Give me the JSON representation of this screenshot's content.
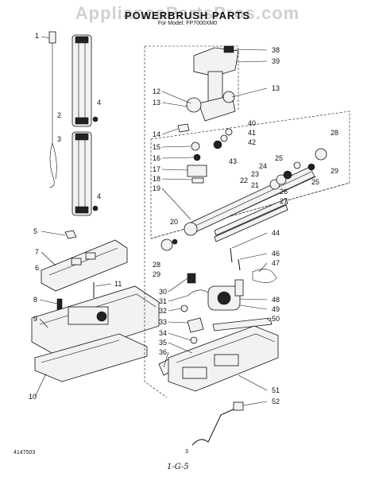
{
  "header": {
    "watermark": "AppliancePartsPros.com",
    "title": "POWERBRUSH PARTS",
    "subtitle": "For Model: FP7000XM0"
  },
  "callouts": {
    "left": [
      "1",
      "2",
      "3",
      "4",
      "4",
      "5",
      "7",
      "6",
      "8",
      "9",
      "10",
      "11"
    ],
    "center": [
      "12",
      "13",
      "14",
      "15",
      "16",
      "17",
      "18",
      "19",
      "20",
      "28",
      "29",
      "30",
      "31",
      "32",
      "33",
      "34",
      "35",
      "36"
    ],
    "right": [
      "38",
      "39",
      "13",
      "40",
      "41",
      "42",
      "43",
      "28",
      "24",
      "25",
      "29",
      "23",
      "22",
      "21",
      "25",
      "26",
      "27",
      "44",
      "46",
      "47",
      "48",
      "49",
      "50",
      "51",
      "52"
    ]
  },
  "footer": {
    "doc_number": "4147503",
    "page_number": "3",
    "handwritten": "1-G-5"
  }
}
